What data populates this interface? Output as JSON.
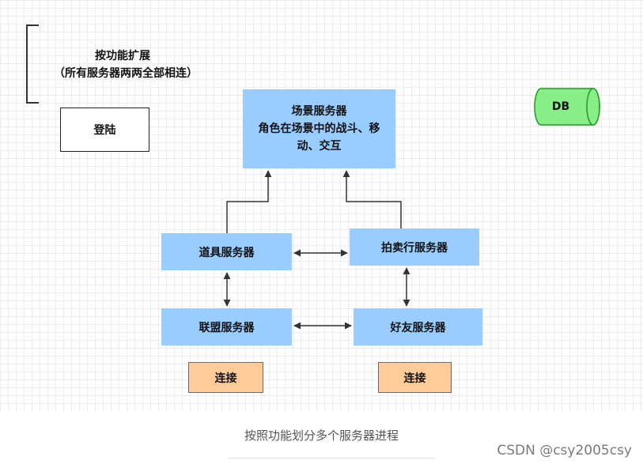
{
  "note": {
    "line1": "按功能扩展",
    "line2": "（所有服务器两两全部相连）"
  },
  "nodes": {
    "login": "登陆",
    "scene_title": "场景服务器",
    "scene_desc_1": "角色在场景中的战斗、移",
    "scene_desc_2": "动、交互",
    "db": "DB",
    "item": "道具服务器",
    "auction": "拍卖行服务器",
    "alliance": "联盟服务器",
    "friend": "好友服务器",
    "connect_left": "连接",
    "connect_right": "连接"
  },
  "colors": {
    "server_fill": "#99ccff",
    "connect_fill": "#ffcc99",
    "db_fill": "#88ee88",
    "db_stroke": "#229922"
  },
  "caption": "按照功能划分多个服务器进程",
  "watermark": "CSDN @csy2005csy"
}
